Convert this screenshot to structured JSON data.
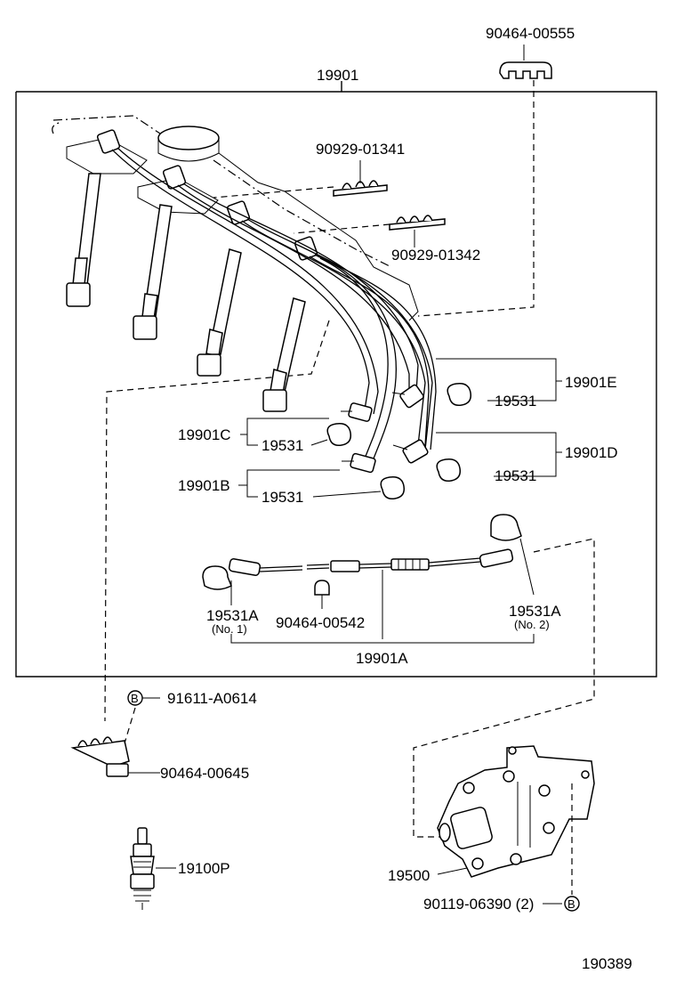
{
  "labels": {
    "clamp_top": "90464-00555",
    "assembly": "19901",
    "clamp_a": "90929-01341",
    "clamp_b": "90929-01342",
    "cord_e": "19901E",
    "cord_d": "19901D",
    "cord_c": "19901C",
    "cord_b": "19901B",
    "boot_e": "19531",
    "boot_c": "19531",
    "boot_d": "19531",
    "boot_b": "19531",
    "boot_a1": "19531A",
    "boot_a1_note": "(No. 1)",
    "boot_a2": "19531A",
    "boot_a2_note": "(No. 2)",
    "clamp_mid": "90464-00542",
    "cord_a": "19901A",
    "bolt_b": "91611-A0614",
    "clamp_low": "90464-00645",
    "spark_plug": "19100P",
    "ignition_coil": "19500",
    "bolt_coil": "90119-06390 (2)",
    "ref_b1": "B",
    "ref_b2": "B",
    "diagram_no": "190389"
  }
}
